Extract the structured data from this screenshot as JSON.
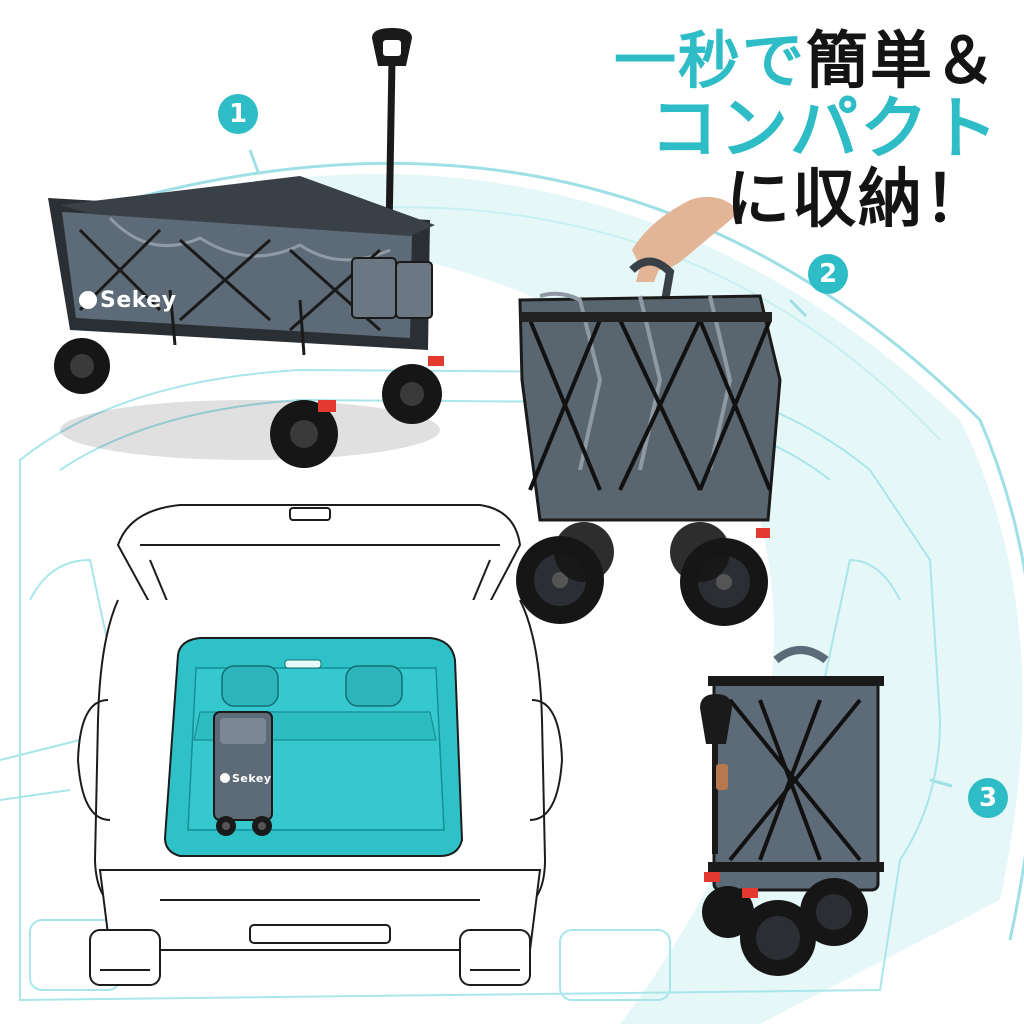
{
  "headline": {
    "line1_accent": "一秒で",
    "line1_dark": "簡単＆",
    "line2_accent": "コンパクト",
    "line3_dark": "に収納！"
  },
  "steps": [
    "1",
    "2",
    "3"
  ],
  "brand": {
    "name": "Sekey"
  },
  "colors": {
    "accent": "#2ebcc6",
    "cart_fabric": "#5d6b78",
    "cart_frame": "#1a1a1a",
    "trunk_fill": "#2ec2c8",
    "line_art": "#a9e6ea",
    "brake": "#e23a2e"
  }
}
